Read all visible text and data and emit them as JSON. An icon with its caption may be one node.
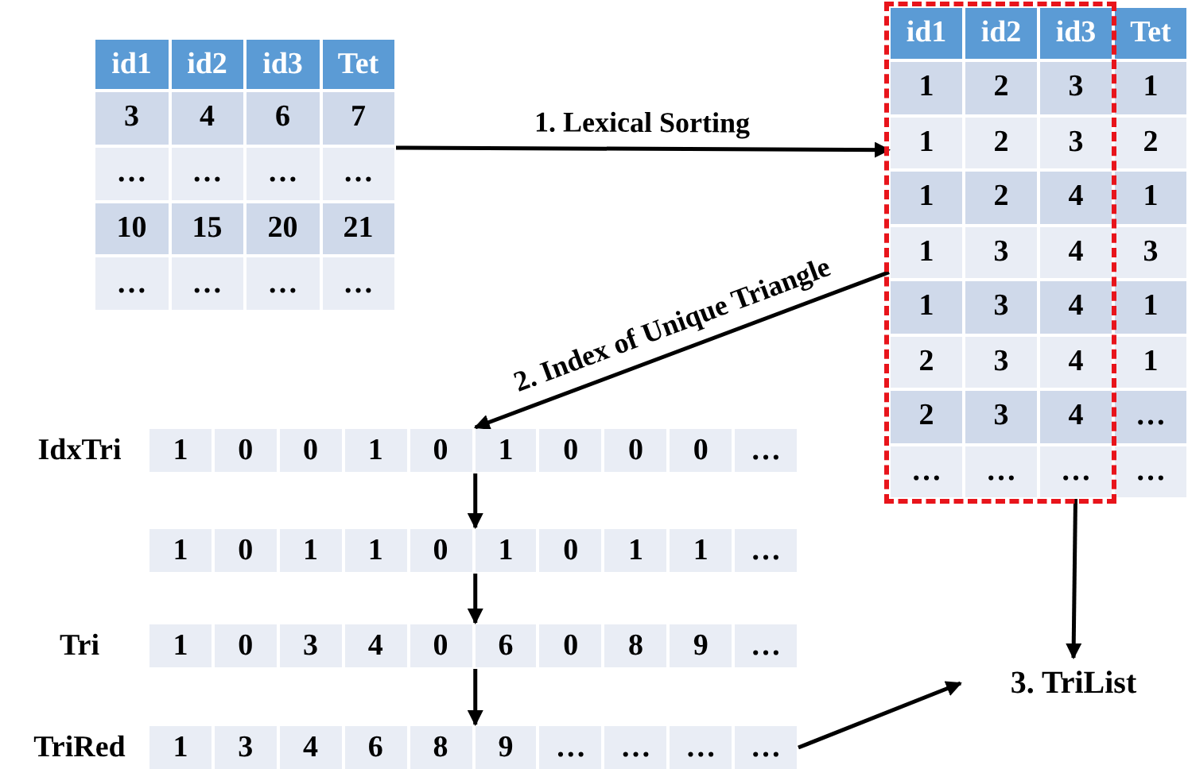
{
  "diagram": {
    "nodes": [
      {
        "text": [
          "id1",
          "id2",
          "id3",
          "Tet",
          "3",
          "4",
          "6",
          "7",
          "…",
          "…",
          "…",
          "…",
          "10",
          "15",
          "20",
          "21",
          "…",
          "…",
          "…",
          "…"
        ]
      },
      {
        "text": [
          "id1",
          "id2",
          "id3",
          "Tet",
          "1",
          "2",
          "3",
          "1",
          "1",
          "2",
          "3",
          "2",
          "1",
          "2",
          "4",
          "1",
          "1",
          "3",
          "4",
          "3",
          "1",
          "3",
          "4",
          "1",
          "2",
          "3",
          "4",
          "1",
          "2",
          "3",
          "4",
          "…",
          "…",
          "…",
          "…",
          "…"
        ]
      },
      {
        "text": [
          "IdxTri",
          "1",
          "0",
          "0",
          "1",
          "0",
          "1",
          "0",
          "0",
          "0",
          "…"
        ]
      },
      {
        "text": [
          "1",
          "0",
          "1",
          "1",
          "0",
          "1",
          "0",
          "1",
          "1",
          "…"
        ]
      },
      {
        "text": [
          "Tri",
          "1",
          "0",
          "3",
          "4",
          "0",
          "6",
          "0",
          "8",
          "9",
          "…"
        ]
      },
      {
        "text": [
          "TriRed",
          "1",
          "3",
          "4",
          "6",
          "8",
          "9",
          "…",
          "…",
          "…",
          "…"
        ]
      },
      {
        "text": [
          "3. TriList"
        ]
      }
    ],
    "edges": [
      {
        "from": 0,
        "to": 1,
        "arrow": "to",
        "label": "1. Lexical Sorting"
      },
      {
        "from": 1,
        "to": 2,
        "arrow": "to",
        "label": "2. Index of Unique Triangle"
      },
      {
        "from": 2,
        "to": 3,
        "arrow": "to"
      },
      {
        "from": 3,
        "to": 4,
        "arrow": "to"
      },
      {
        "from": 4,
        "to": 5,
        "arrow": "to"
      },
      {
        "from": 5,
        "to": 6,
        "arrow": "to"
      },
      {
        "from": 1,
        "to": 6,
        "arrow": "to"
      }
    ]
  }
}
